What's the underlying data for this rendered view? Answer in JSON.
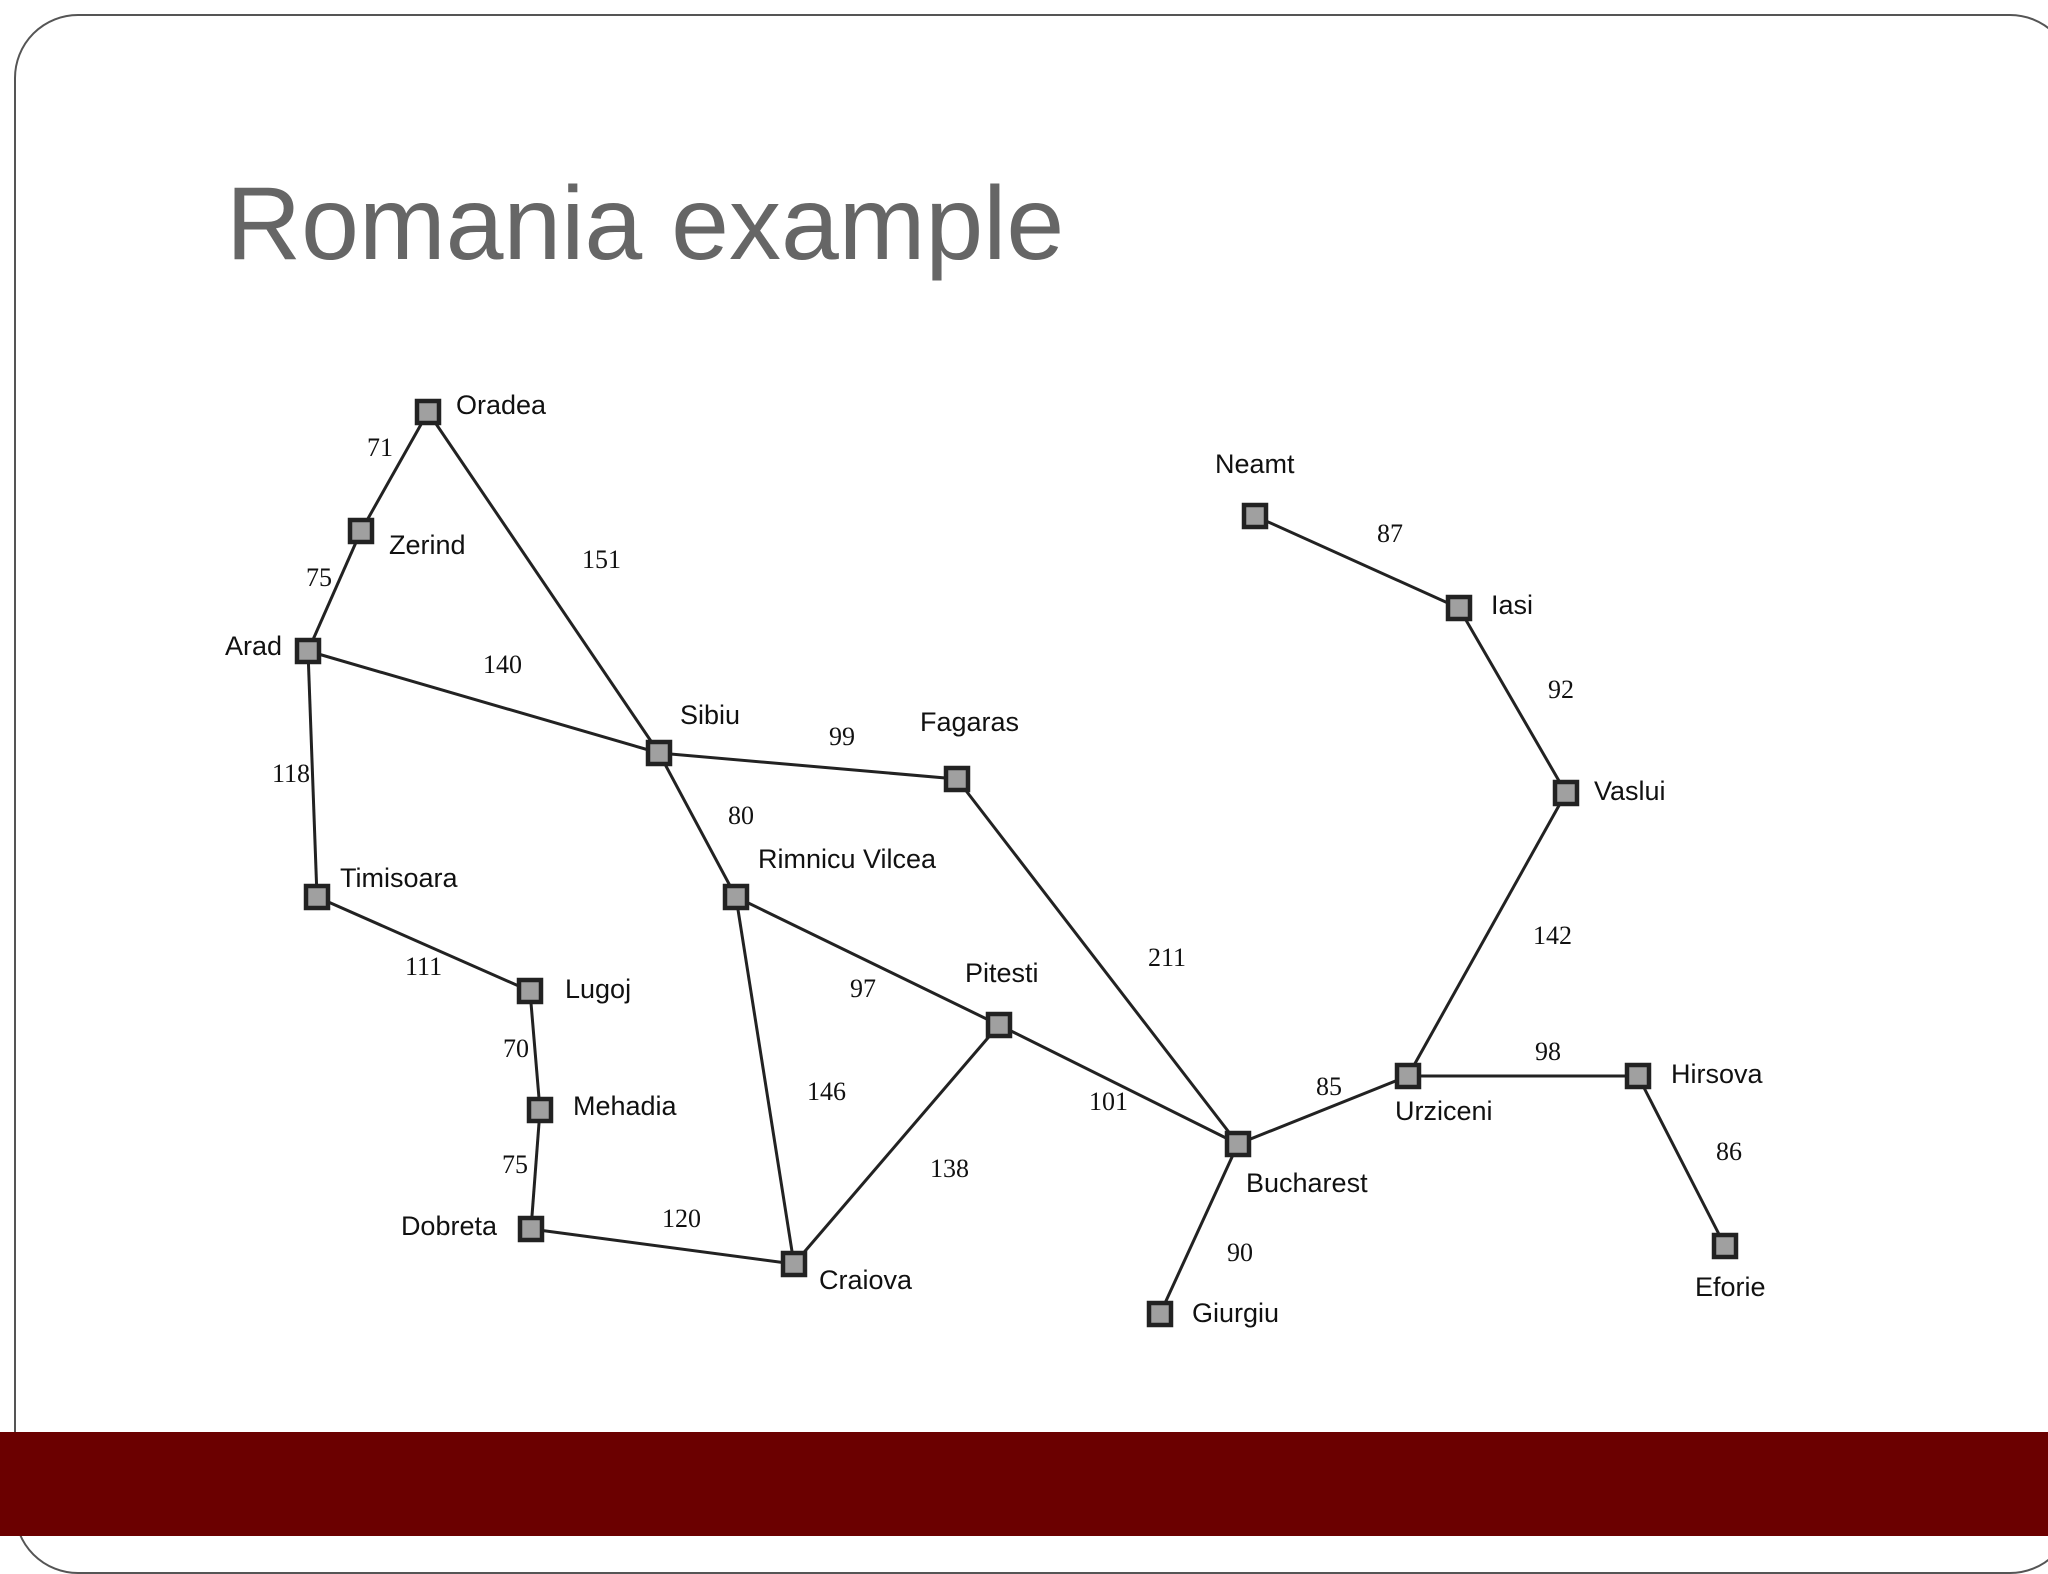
{
  "slide": {
    "title": "Romania example",
    "accent_color": "#6b0000",
    "title_color": "#666666"
  },
  "graph": {
    "cities": [
      {
        "id": "oradea",
        "name": "Oradea"
      },
      {
        "id": "zerind",
        "name": "Zerind"
      },
      {
        "id": "arad",
        "name": "Arad"
      },
      {
        "id": "timisoara",
        "name": "Timisoara"
      },
      {
        "id": "lugoj",
        "name": "Lugoj"
      },
      {
        "id": "mehadia",
        "name": "Mehadia"
      },
      {
        "id": "dobreta",
        "name": "Dobreta"
      },
      {
        "id": "craiova",
        "name": "Craiova"
      },
      {
        "id": "sibiu",
        "name": "Sibiu"
      },
      {
        "id": "fagaras",
        "name": "Fagaras"
      },
      {
        "id": "rimnicu-vilcea",
        "name": "Rimnicu Vilcea"
      },
      {
        "id": "pitesti",
        "name": "Pitesti"
      },
      {
        "id": "bucharest",
        "name": "Bucharest"
      },
      {
        "id": "giurgiu",
        "name": "Giurgiu"
      },
      {
        "id": "urziceni",
        "name": "Urziceni"
      },
      {
        "id": "hirsova",
        "name": "Hirsova"
      },
      {
        "id": "eforie",
        "name": "Eforie"
      },
      {
        "id": "vaslui",
        "name": "Vaslui"
      },
      {
        "id": "iasi",
        "name": "Iasi"
      },
      {
        "id": "neamt",
        "name": "Neamt"
      }
    ],
    "roads": [
      {
        "from": "oradea",
        "to": "zerind",
        "distance": "71"
      },
      {
        "from": "zerind",
        "to": "arad",
        "distance": "75"
      },
      {
        "from": "oradea",
        "to": "sibiu",
        "distance": "151"
      },
      {
        "from": "arad",
        "to": "sibiu",
        "distance": "140"
      },
      {
        "from": "arad",
        "to": "timisoara",
        "distance": "118"
      },
      {
        "from": "timisoara",
        "to": "lugoj",
        "distance": "111"
      },
      {
        "from": "lugoj",
        "to": "mehadia",
        "distance": "70"
      },
      {
        "from": "mehadia",
        "to": "dobreta",
        "distance": "75"
      },
      {
        "from": "dobreta",
        "to": "craiova",
        "distance": "120"
      },
      {
        "from": "sibiu",
        "to": "fagaras",
        "distance": "99"
      },
      {
        "from": "sibiu",
        "to": "rimnicu-vilcea",
        "distance": "80"
      },
      {
        "from": "rimnicu-vilcea",
        "to": "pitesti",
        "distance": "97"
      },
      {
        "from": "rimnicu-vilcea",
        "to": "craiova",
        "distance": "146"
      },
      {
        "from": "craiova",
        "to": "pitesti",
        "distance": "138"
      },
      {
        "from": "pitesti",
        "to": "bucharest",
        "distance": "101"
      },
      {
        "from": "fagaras",
        "to": "bucharest",
        "distance": "211"
      },
      {
        "from": "bucharest",
        "to": "giurgiu",
        "distance": "90"
      },
      {
        "from": "bucharest",
        "to": "urziceni",
        "distance": "85"
      },
      {
        "from": "urziceni",
        "to": "hirsova",
        "distance": "98"
      },
      {
        "from": "hirsova",
        "to": "eforie",
        "distance": "86"
      },
      {
        "from": "urziceni",
        "to": "vaslui",
        "distance": "142"
      },
      {
        "from": "vaslui",
        "to": "iasi",
        "distance": "92"
      },
      {
        "from": "iasi",
        "to": "neamt",
        "distance": "87"
      }
    ]
  }
}
